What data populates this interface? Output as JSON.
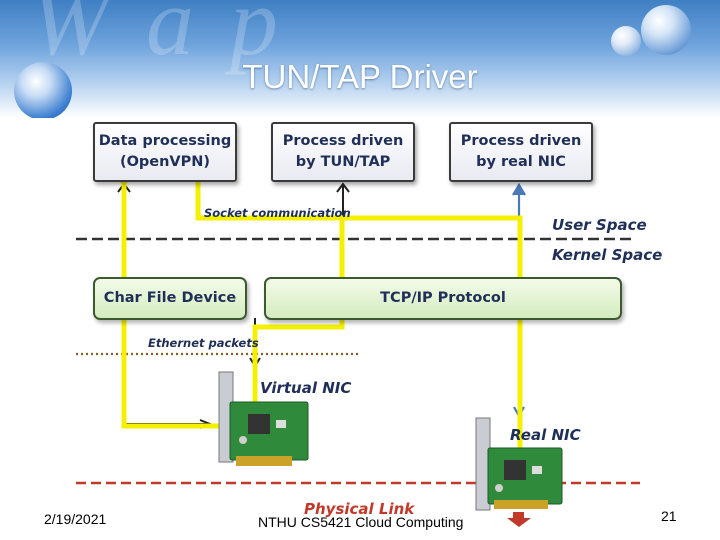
{
  "slide": {
    "title": "TUN/TAP Driver",
    "date": "2/19/2021",
    "course": "NTHU CS5421 Cloud Computing",
    "page_number": "21"
  },
  "diagram": {
    "user_boxes": {
      "data_processing": [
        "Data processing",
        "(OpenVPN)"
      ],
      "tuntap": [
        "Process driven",
        "by TUN/TAP"
      ],
      "real_nic": [
        "Process driven",
        "by real NIC"
      ]
    },
    "kernel_boxes": {
      "char_device": "Char File Device",
      "tcpip": "TCP/IP Protocol"
    },
    "labels": {
      "socket": "Socket communication",
      "user_space": "User Space",
      "kernel_space": "Kernel Space",
      "ethernet": "Ethernet packets",
      "virtual_nic": "Virtual NIC",
      "real_nic": "Real NIC",
      "physical_link": "Physical Link"
    },
    "colors": {
      "path_yellow": "#f5f000",
      "real_nic_arrow": "#4a78b8",
      "physical_link_red": "#c0392b",
      "box_text": "#1f2f57"
    }
  }
}
